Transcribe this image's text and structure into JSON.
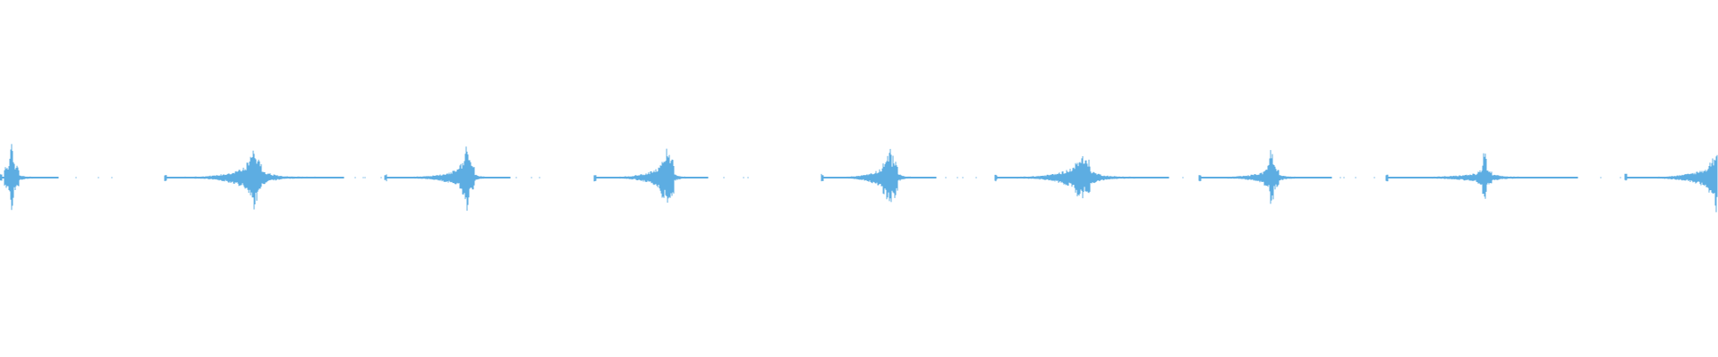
{
  "waveform": {
    "color": "#5DADE2",
    "background": "#FFFFFF",
    "style": "audio amplitude envelope",
    "bursts": [
      {
        "start": 0.0,
        "peak": 0.007,
        "end": 0.034,
        "peak_amp": 0.46,
        "body_amp": 0.14,
        "tail_amp": 0.01
      },
      {
        "start": 0.096,
        "peak": 0.148,
        "end": 0.2,
        "peak_amp": 0.46,
        "body_amp": 0.22,
        "tail_amp": 0.012
      },
      {
        "start": 0.224,
        "peak": 0.272,
        "end": 0.297,
        "peak_amp": 0.5,
        "body_amp": 0.18,
        "tail_amp": 0.01
      },
      {
        "start": 0.346,
        "peak": 0.388,
        "end": 0.412,
        "peak_amp": 0.43,
        "body_amp": 0.22,
        "tail_amp": 0.01
      },
      {
        "start": 0.478,
        "peak": 0.518,
        "end": 0.545,
        "peak_amp": 0.4,
        "body_amp": 0.22,
        "tail_amp": 0.01
      },
      {
        "start": 0.579,
        "peak": 0.63,
        "end": 0.68,
        "peak_amp": 0.32,
        "body_amp": 0.22,
        "tail_amp": 0.012
      },
      {
        "start": 0.698,
        "peak": 0.74,
        "end": 0.775,
        "peak_amp": 0.46,
        "body_amp": 0.12,
        "tail_amp": 0.01
      },
      {
        "start": 0.807,
        "peak": 0.864,
        "end": 0.918,
        "peak_amp": 0.4,
        "body_amp": 0.08,
        "tail_amp": 0.01
      },
      {
        "start": 0.946,
        "peak": 0.999,
        "end": 1.0,
        "peak_amp": 0.46,
        "body_amp": 0.2,
        "tail_amp": 0.01
      }
    ]
  }
}
